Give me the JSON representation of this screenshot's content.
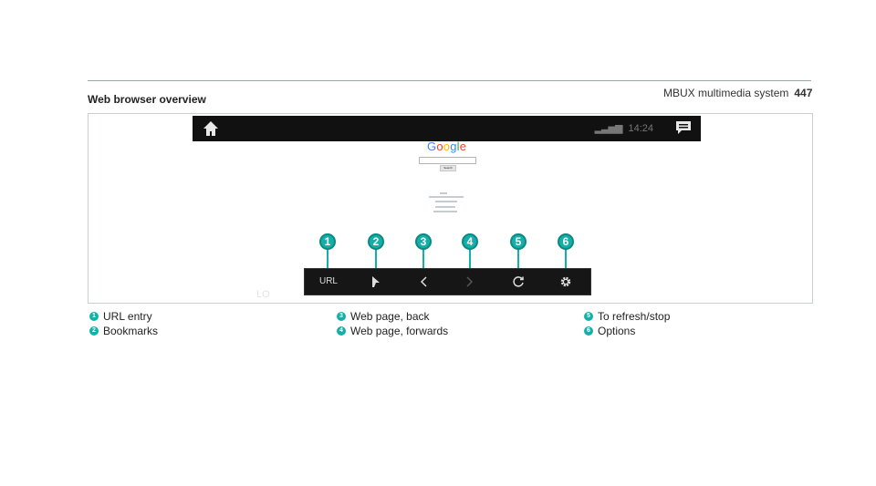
{
  "header": {
    "title": "MBUX multimedia system",
    "page_number": "447"
  },
  "section_title": "Web browser overview",
  "screen": {
    "time": "14:24",
    "search_logo": [
      "G",
      "o",
      "o",
      "g",
      "l",
      "e"
    ],
    "search_button": "Search",
    "toolbar": {
      "url_label": "URL"
    },
    "watermark": "LO"
  },
  "callouts": [
    "1",
    "2",
    "3",
    "4",
    "5",
    "6"
  ],
  "legend": [
    {
      "num": "1",
      "label": "URL entry"
    },
    {
      "num": "2",
      "label": "Bookmarks"
    },
    {
      "num": "3",
      "label": "Web page, back"
    },
    {
      "num": "4",
      "label": "Web page, forwards"
    },
    {
      "num": "5",
      "label": "To refresh/stop"
    },
    {
      "num": "6",
      "label": "Options"
    }
  ]
}
